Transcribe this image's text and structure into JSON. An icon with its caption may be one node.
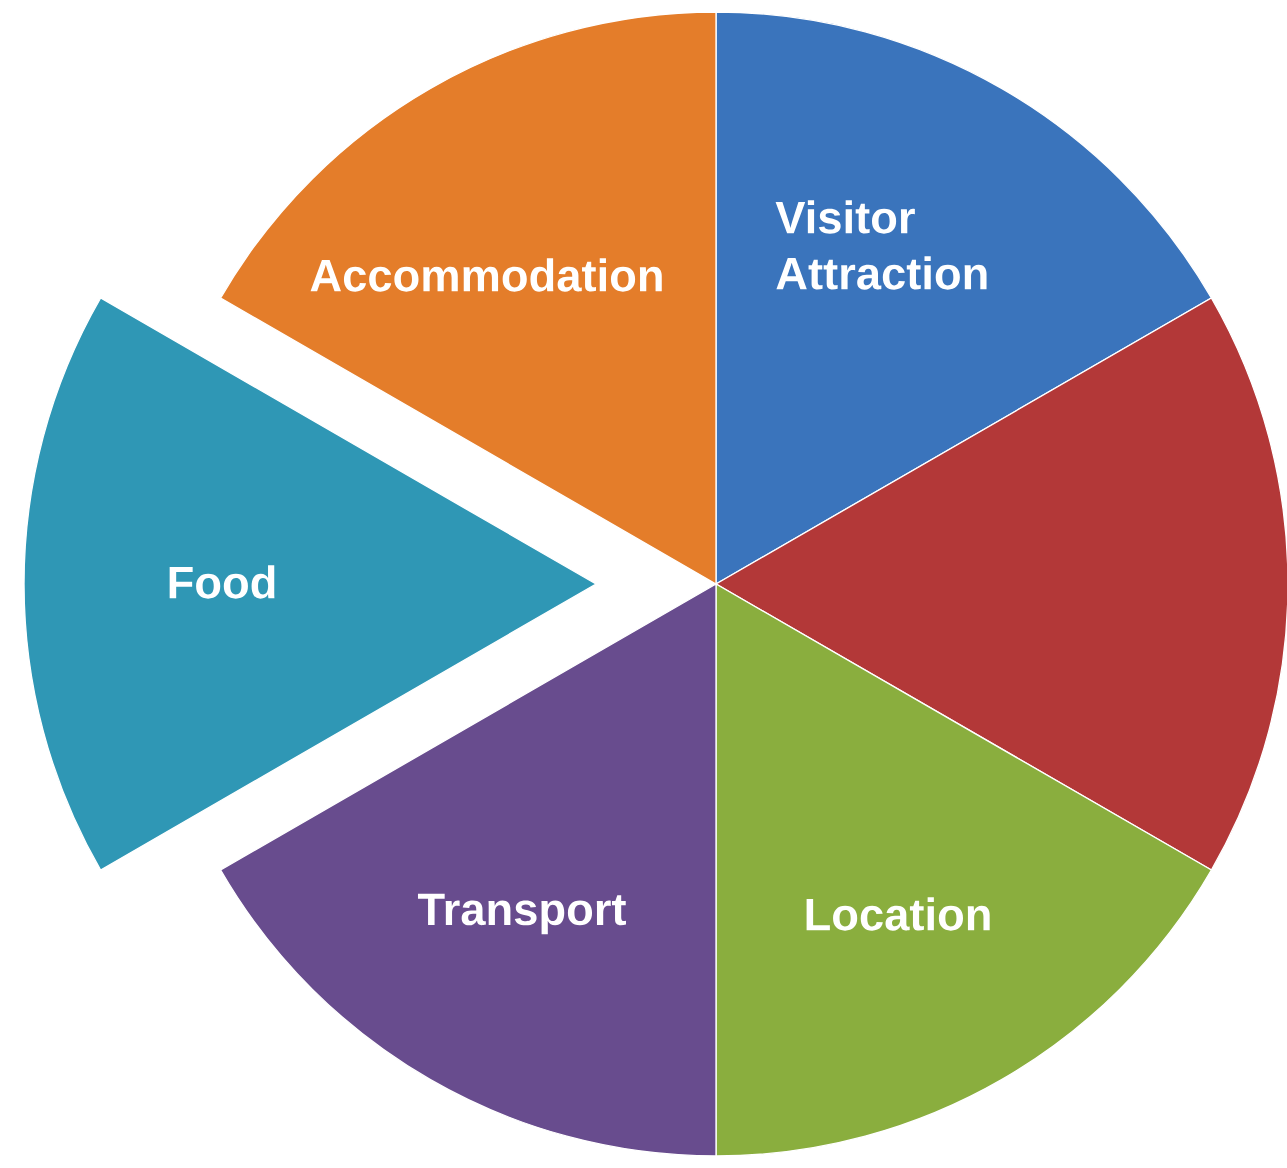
{
  "diagram": {
    "nodes": [
      {
        "text": [
          "Visitor Attraction"
        ]
      },
      {
        "text": [],
        "shape": "sector"
      },
      {
        "text": [
          "Location"
        ]
      },
      {
        "text": [
          "Transport"
        ]
      },
      {
        "text": [
          "Food"
        ]
      },
      {
        "text": [
          "Accommodation"
        ]
      }
    ]
  }
}
